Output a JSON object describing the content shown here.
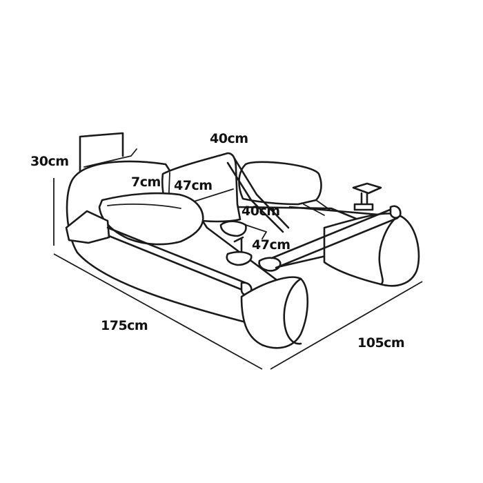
{
  "diagram": {
    "subject": "float-tube-boat",
    "line_color": "#1a1a1a",
    "background": "#ffffff",
    "dimensions": {
      "backrest_height": "30cm",
      "seat_width_top": "40cm",
      "seat_gap": "7cm",
      "backrest_width": "47cm",
      "seat_depth": "40cm",
      "seat_length": "47cm",
      "overall_length": "175cm",
      "overall_width": "105cm"
    }
  }
}
